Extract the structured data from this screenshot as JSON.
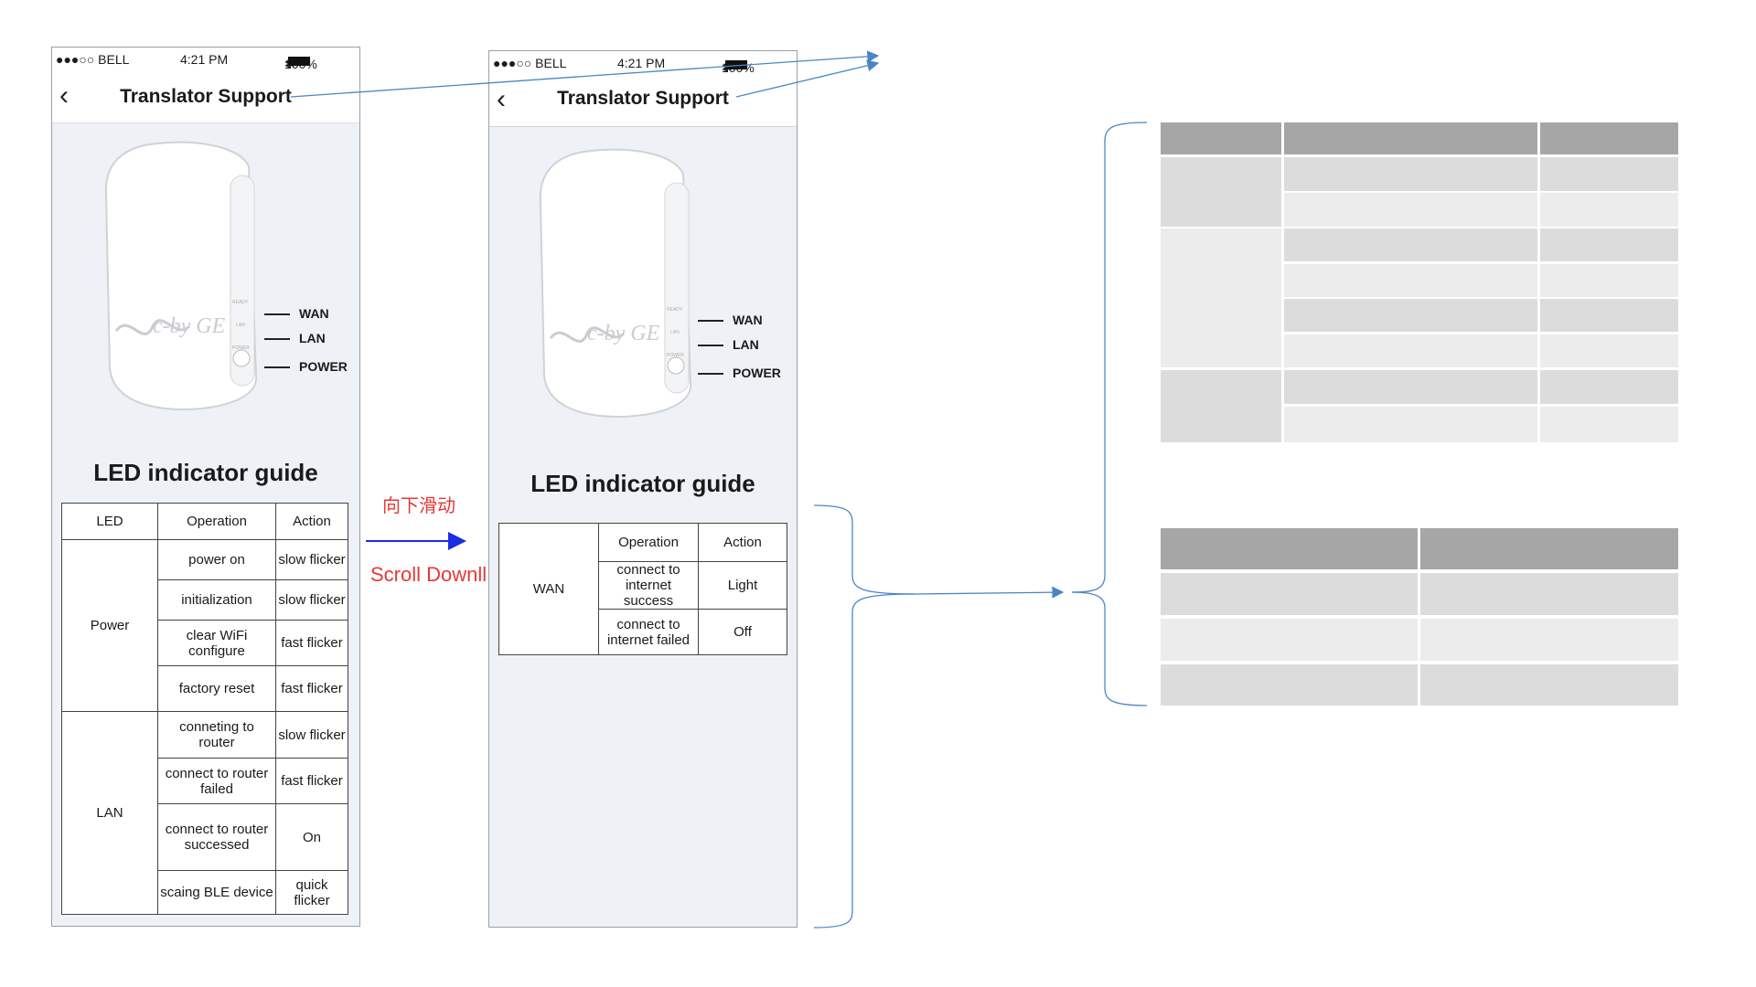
{
  "status_bar": {
    "carrier": "●●●○○ BELL",
    "time": "4:21 PM",
    "battery": "100%"
  },
  "nav": {
    "back": "‹",
    "title": "Translator Support"
  },
  "device": {
    "brand": "c-by GE",
    "led_labels": [
      "WAN",
      "LAN",
      "POWER"
    ],
    "port_labels": [
      "READY",
      "LAN",
      "POWER"
    ]
  },
  "guide_title": "LED indicator guide",
  "table_full": {
    "headers": [
      "LED",
      "Operation",
      "Action"
    ],
    "groups": [
      {
        "led": "Power",
        "rows": [
          {
            "operation": "power on",
            "action": "slow flicker"
          },
          {
            "operation": "initialization",
            "action": "slow flicker"
          },
          {
            "operation": "clear WiFi configure",
            "action": "fast flicker"
          },
          {
            "operation": "factory reset",
            "action": "fast flicker"
          }
        ]
      },
      {
        "led": "LAN",
        "rows": [
          {
            "operation": "conneting to router",
            "action": "slow flicker"
          },
          {
            "operation": "connect to router failed",
            "action": "fast flicker"
          },
          {
            "operation": "connect to router successed",
            "action": "On"
          },
          {
            "operation": "scaing BLE device",
            "action": "quick flicker"
          }
        ]
      }
    ]
  },
  "table_wan": {
    "headers": [
      "Operation",
      "Action"
    ],
    "led": "WAN",
    "rows": [
      {
        "operation": "connect to internet success",
        "action": "Light"
      },
      {
        "operation": "connect to internet failed",
        "action": "Off"
      }
    ]
  },
  "scroll": {
    "label_cn": "向下滑动",
    "label_en": "Scroll Downll"
  },
  "colors": {
    "arrow_blue": "#1a2de0",
    "connector": "#4a86c5",
    "header_gray": "#a6a6a6",
    "cell_dark": "#dcdcdc",
    "cell_light": "#ececec"
  }
}
